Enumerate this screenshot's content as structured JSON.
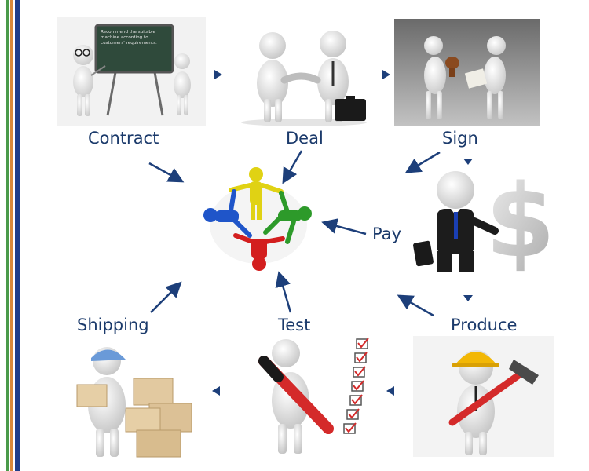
{
  "labels": {
    "contract": "Contract",
    "deal": "Deal",
    "sign": "Sign",
    "pay": "Pay",
    "produce": "Produce",
    "test": "Test",
    "shipping": "Shipping"
  },
  "board_text": "Recommend the suitable machine according to customers' requirements.",
  "colors": {
    "label": "#1b3a6b",
    "arrow": "#1d3f7a",
    "board": "#2f4a3b",
    "dollar": "#d6d6d6",
    "tie": "#1a3fb3",
    "helmet": "#f2b705",
    "hammer": "#d42a2a",
    "people": [
      "#e0d214",
      "#2d9a2a",
      "#d31e1e",
      "#1f55c9"
    ]
  },
  "icons": [
    "presentation-board-icon",
    "handshake-icon",
    "stamp-icon",
    "dollar-icon",
    "hard-hat-icon",
    "checklist-icon",
    "boxes-icon",
    "team-circle-icon"
  ]
}
